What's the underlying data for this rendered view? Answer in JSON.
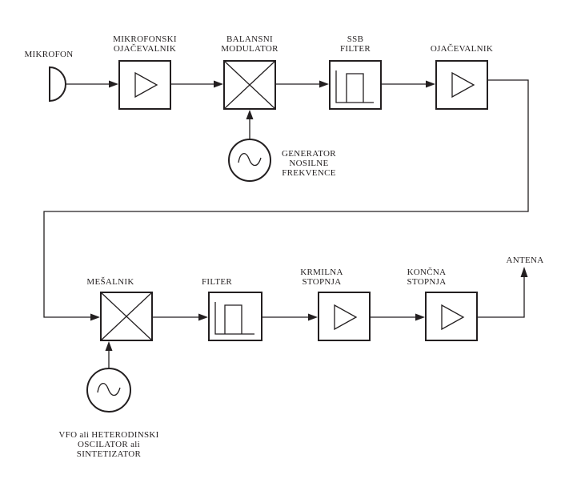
{
  "labels": {
    "mikrofon": "MIKROFON",
    "mic_amp_1": "MIKROFONSKI",
    "mic_amp_2": "OJAČEVALNIK",
    "bal_mod_1": "BALANSNI",
    "bal_mod_2": "MODULATOR",
    "ssb_1": "SSB",
    "ssb_2": "FILTER",
    "amp": "OJAČEVALNIK",
    "carrier_1": "GENERATOR",
    "carrier_2": "NOSILNE",
    "carrier_3": "FREKVENCE",
    "mixer": "MEŠALNIK",
    "filter": "FILTER",
    "driver_1": "KRMILNA",
    "driver_2": "STOPNJA",
    "final_1": "KONČNA",
    "final_2": "STOPNJA",
    "antenna": "ANTENA",
    "vfo_1": "VFO ali HETERODINSKI",
    "vfo_2": "OSCILATOR ali",
    "vfo_3": "SINTETIZATOR"
  },
  "colors": {
    "stroke": "#231f20",
    "background": "#ffffff"
  }
}
